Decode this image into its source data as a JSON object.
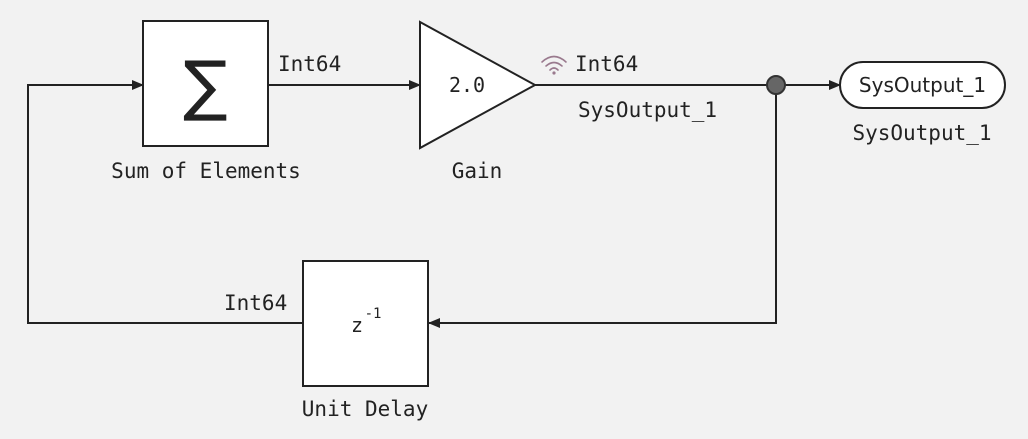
{
  "blocks": {
    "sum": {
      "label": "Sum of Elements",
      "symbol": "∑"
    },
    "gain": {
      "label": "Gain",
      "value": "2.0"
    },
    "unit_delay": {
      "label": "Unit Delay",
      "base": "z",
      "exponent": "-1"
    },
    "outport": {
      "text": "SysOutput_1",
      "label": "SysOutput_1"
    }
  },
  "signals": {
    "sum_to_gain_type": "Int64",
    "gain_out_type": "Int64",
    "gain_out_name": "SysOutput_1",
    "feedback_type": "Int64"
  },
  "icons": {
    "signal_logging": "wireless-signal-icon"
  },
  "colors": {
    "background": "#f2f2f2",
    "line": "#222222",
    "block_fill": "#ffffff",
    "branch_point": "#666666",
    "logging_icon": "#9a7a8e"
  }
}
